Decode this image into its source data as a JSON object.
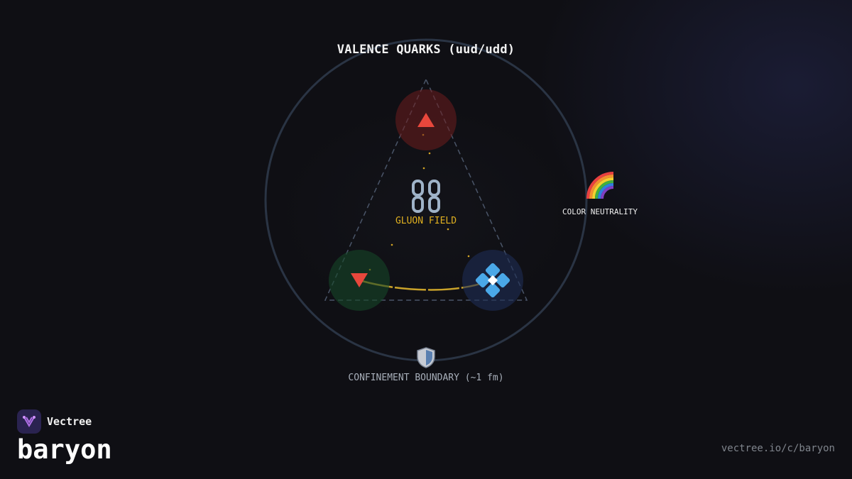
{
  "diagram": {
    "title": "VALENCE QUARKS (uud/udd)",
    "center_label": "GLUON FIELD",
    "side_label": "COLOR NEUTRALITY",
    "boundary_label": "CONFINEMENT BOUNDARY (~1 fm)",
    "quarks": [
      {
        "color_role": "red",
        "icon": "red-triangle-up-icon",
        "fill": "#6e1e1e"
      },
      {
        "color_role": "green",
        "icon": "red-triangle-down-icon",
        "fill": "#16462a"
      },
      {
        "color_role": "blue",
        "icon": "blue-diamond-icon",
        "fill": "#1e2d55"
      }
    ],
    "icons": {
      "center": "chain-link-icon",
      "side": "rainbow-icon",
      "boundary": "shield-icon"
    },
    "colors": {
      "gluon": "#e0b020",
      "boundary_ring": "#2a3444",
      "triangle": "#4a5568"
    }
  },
  "footer": {
    "brand": "Vectree",
    "page_title": "baryon",
    "url": "vectree.io/c/baryon"
  }
}
